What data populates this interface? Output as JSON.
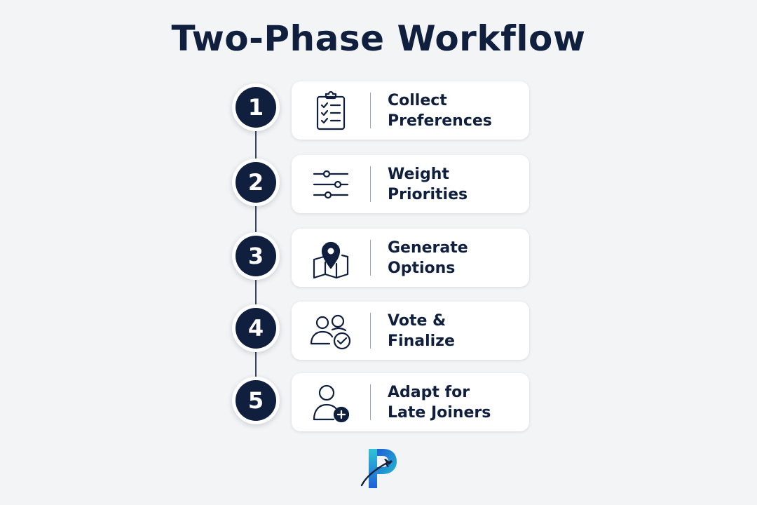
{
  "title": "Two-Phase Workflow",
  "colors": {
    "navy": "#0f1f3d",
    "card": "#ffffff",
    "background": "#f3f4f6",
    "logo_blue": "#1e5fd6",
    "logo_teal": "#22b8cf"
  },
  "steps": [
    {
      "number": "1",
      "icon": "clipboard-checklist-icon",
      "label_line1": "Collect",
      "label_line2": "Preferences"
    },
    {
      "number": "2",
      "icon": "sliders-icon",
      "label_line1": "Weight",
      "label_line2": "Priorities"
    },
    {
      "number": "3",
      "icon": "map-pin-icon",
      "label_line1": "Generate",
      "label_line2": "Options"
    },
    {
      "number": "4",
      "icon": "group-check-icon",
      "label_line1": "Vote &",
      "label_line2": "Finalize"
    },
    {
      "number": "5",
      "icon": "user-add-icon",
      "label_line1": "Adapt for",
      "label_line2": "Late Joiners"
    }
  ],
  "logo": {
    "icon": "p-airplane-logo"
  }
}
